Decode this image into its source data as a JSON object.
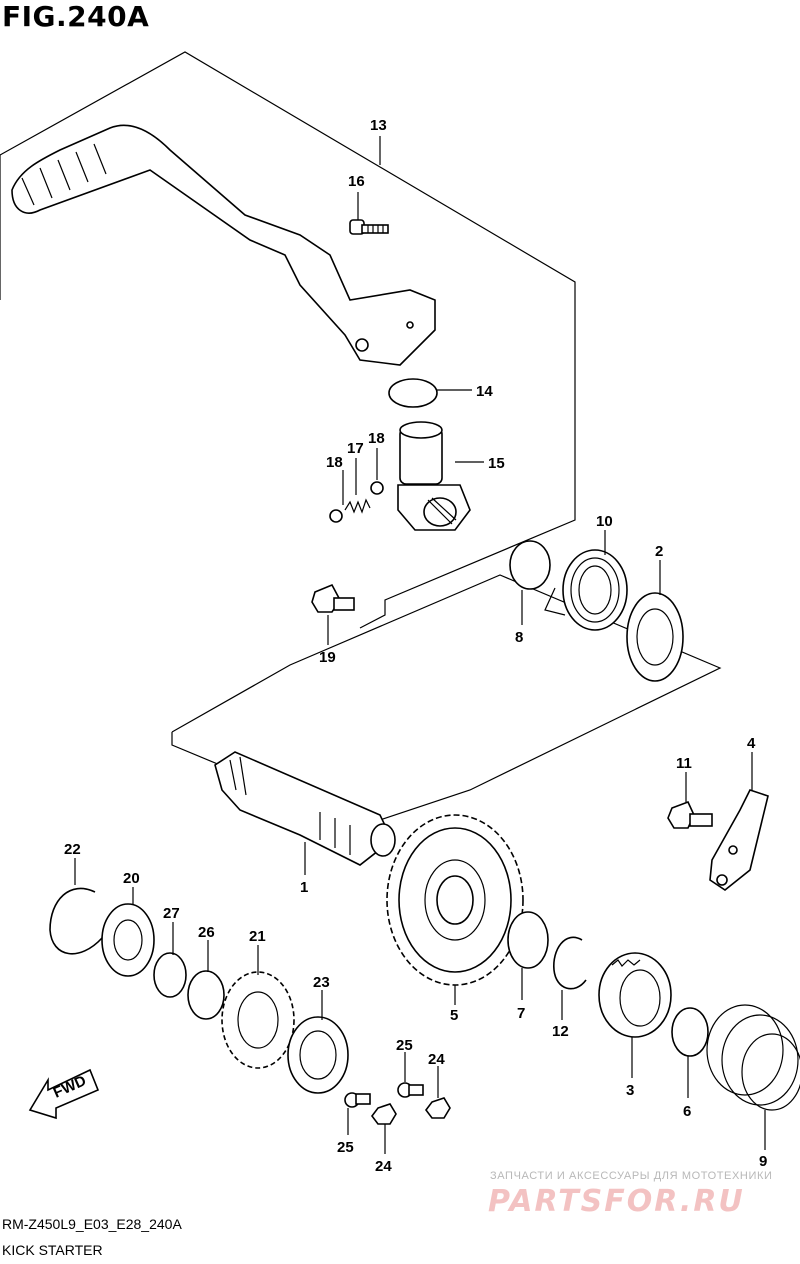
{
  "figure": {
    "title": "FIG.240A",
    "code": "RM-Z450L9_E03_E28_240A",
    "name": "KICK STARTER"
  },
  "watermark": {
    "tagline": "ЗАПЧАСТИ И АКСЕССУАРЫ ДЛЯ МОТОТЕХНИКИ",
    "logo": "PARTSFOR.RU"
  },
  "direction_arrow": {
    "label": "FWD"
  },
  "callouts": {
    "p1": "1",
    "p2": "2",
    "p3": "3",
    "p4": "4",
    "p5": "5",
    "p6": "6",
    "p7": "7",
    "p8": "8",
    "p9": "9",
    "p10": "10",
    "p11": "11",
    "p12": "12",
    "p13": "13",
    "p14": "14",
    "p15": "15",
    "p16": "16",
    "p17": "17",
    "p18a": "18",
    "p18b": "18",
    "p19": "19",
    "p20": "20",
    "p21": "21",
    "p22": "22",
    "p23": "23",
    "p24a": "24",
    "p24b": "24",
    "p25a": "25",
    "p25b": "25",
    "p26": "26",
    "p27": "27"
  },
  "colors": {
    "line": "#000000",
    "watermark_logo": "#f3c2c2",
    "watermark_text": "#b8b8b8"
  }
}
